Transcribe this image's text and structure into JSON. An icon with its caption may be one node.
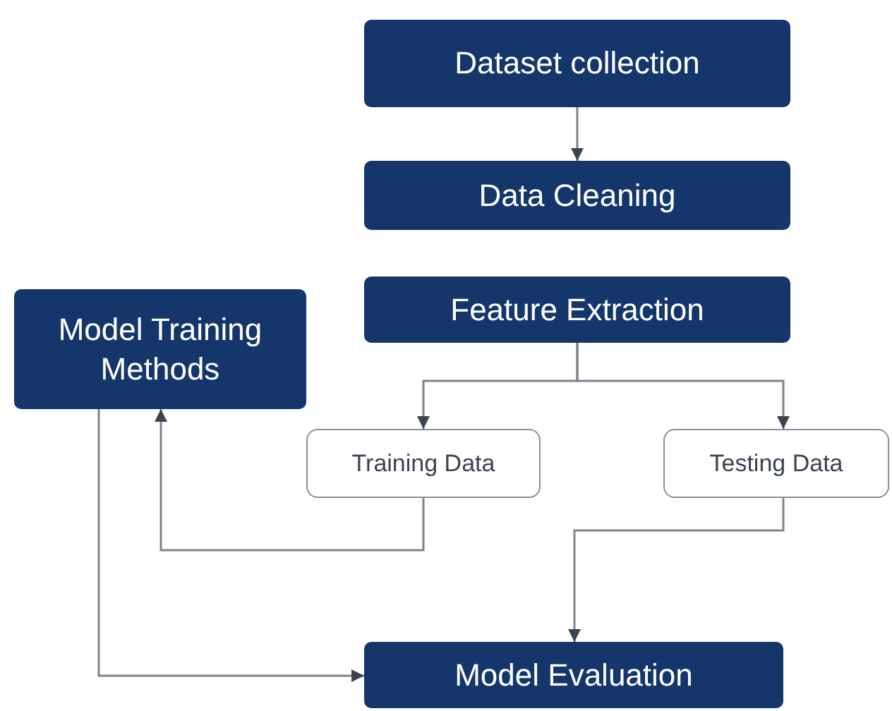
{
  "diagram": {
    "nodes": [
      {
        "text": [
          "Dataset collection"
        ]
      },
      {
        "text": [
          "Data Cleaning"
        ]
      },
      {
        "text": [
          "Feature Extraction"
        ]
      },
      {
        "text": [
          "Model Training Methods"
        ]
      },
      {
        "text": [
          "Training Data"
        ]
      },
      {
        "text": [
          "Testing Data"
        ]
      },
      {
        "text": [
          "Model Evaluation"
        ]
      }
    ],
    "edges": [
      {
        "from": 0,
        "to": 1,
        "arrow": "to"
      },
      {
        "from": 2,
        "to": 4,
        "arrow": "to"
      },
      {
        "from": 2,
        "to": 5,
        "arrow": "to"
      },
      {
        "from": 4,
        "to": 3,
        "arrow": "to"
      },
      {
        "from": 5,
        "to": 6,
        "arrow": "to"
      },
      {
        "from": 3,
        "to": 6,
        "arrow": "to"
      }
    ]
  }
}
